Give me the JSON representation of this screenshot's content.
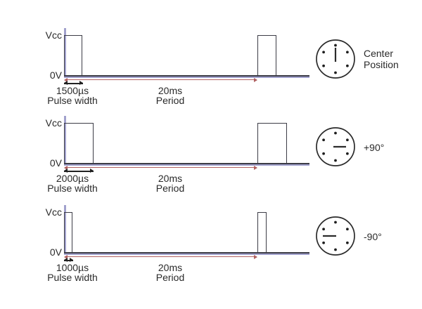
{
  "colors": {
    "waveform_line": "#3c3c46",
    "axis_purple": "#a1a1cd",
    "period_red": "#b06060",
    "pulse_arrow_black": "#222222",
    "text": "#2a2a2a",
    "background": "#ffffff"
  },
  "rows": [
    {
      "vcc_label": "Vcc",
      "zero_label": "0V",
      "pulse_width_value": "1500µs",
      "pulse_width_label": "Pulse width",
      "period_value": "20ms",
      "period_label": "Period",
      "position_label": "Center\nPosition",
      "needle_direction": "up"
    },
    {
      "vcc_label": "Vcc",
      "zero_label": "0V",
      "pulse_width_value": "2000µs",
      "pulse_width_label": "Pulse width",
      "period_value": "20ms",
      "period_label": "Period",
      "position_label": "+90°",
      "needle_direction": "right"
    },
    {
      "vcc_label": "Vcc",
      "zero_label": "0V",
      "pulse_width_value": "1000µs",
      "pulse_width_label": "Pulse width",
      "period_value": "20ms",
      "period_label": "Period",
      "position_label": "-90°",
      "needle_direction": "left"
    }
  ]
}
